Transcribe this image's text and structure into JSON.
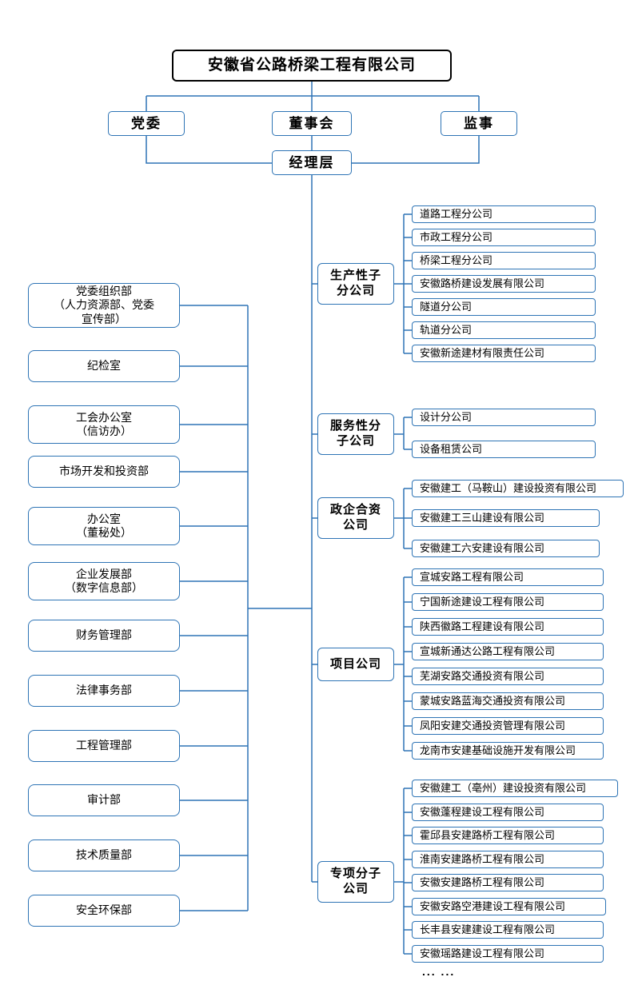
{
  "title": "安徽省公路桥梁工程有限公司",
  "governance": {
    "party_committee": "党委",
    "board": "董事会",
    "supervisors": "监事",
    "management": "经理层"
  },
  "departments": [
    "党委组织部\n（人力资源部、党委\n宣传部）",
    "纪检室",
    "工会办公室\n（信访办）",
    "市场开发和投资部",
    "办公室\n（董秘处）",
    "企业发展部\n（数字信息部）",
    "财务管理部",
    "法律事务部",
    "工程管理部",
    "审计部",
    "技术质量部",
    "安全环保部"
  ],
  "groups": [
    {
      "label": "生产性子\n分公司",
      "companies": [
        "道路工程分公司",
        "市政工程分公司",
        "桥梁工程分公司",
        "安徽路桥建设发展有限公司",
        "隧道分公司",
        "轨道分公司",
        "安徽新途建材有限责任公司"
      ]
    },
    {
      "label": "服务性分\n子公司",
      "companies": [
        "设计分公司",
        "设备租赁公司"
      ]
    },
    {
      "label": "政企合资\n公司",
      "companies": [
        "安徽建工（马鞍山）建设投资有限公司",
        "安徽建工三山建设有限公司",
        "安徽建工六安建设有限公司"
      ]
    },
    {
      "label": "项目公司",
      "companies": [
        "宣城安路工程有限公司",
        "宁国新途建设工程有限公司",
        "陕西徽路工程建设有限公司",
        "宣城新通达公路工程有限公司",
        "芜湖安路交通投资有限公司",
        "蒙城安路蓝海交通投资有限公司",
        "凤阳安建交通投资管理有限公司",
        "龙南市安建基础设施开发有限公司"
      ]
    },
    {
      "label": "专项分子\n公司",
      "companies": [
        "安徽建工（亳州）建设投资有限公司",
        "安徽蓬程建设工程有限公司",
        "霍邱县安建路桥工程有限公司",
        "淮南安建路桥工程有限公司",
        "安徽安建路桥工程有限公司",
        "安徽安路空港建设工程有限公司",
        "长丰县安建建设工程有限公司",
        "安徽瑶路建设工程有限公司"
      ]
    }
  ],
  "more_label": "... ...",
  "colors": {
    "line_blue": "#2E74B5",
    "box_border_blue": "#2E74B5",
    "title_border": "#000000",
    "text": "#000000",
    "background": "#FFFFFF"
  }
}
